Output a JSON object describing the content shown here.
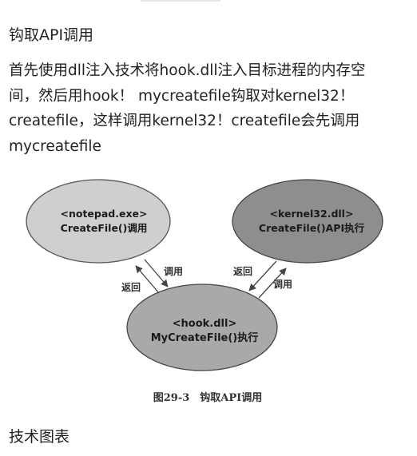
{
  "heading": "钩取API调用",
  "paragraph": {
    "lines": [
      "首先使用dll注入技术将hook.dll注入目标进程的内存空",
      "间，然后用hook！ mycreatefile钩取对kernel32！",
      "createfile，这样调用kernel32！createfile会先调用",
      "mycreatefile"
    ]
  },
  "diagram": {
    "nodes": {
      "notepad": {
        "line1": "<notepad.exe>",
        "line2": "CreateFile()调用",
        "fill": "#cfcfcf"
      },
      "kernel32": {
        "line1": "<kernel32.dll>",
        "line2": "CreateFile()API执行",
        "fill": "#8e8e8e"
      },
      "hook": {
        "line1": "<hook.dll>",
        "line2": "MyCreateFile()执行",
        "fill": "#a9a9a9"
      }
    },
    "edges": {
      "left_call": "调用",
      "left_return": "返回",
      "right_return": "返回",
      "right_call": "调用"
    },
    "caption": "图29-3　钩取API调用"
  },
  "footer": "技术图表"
}
